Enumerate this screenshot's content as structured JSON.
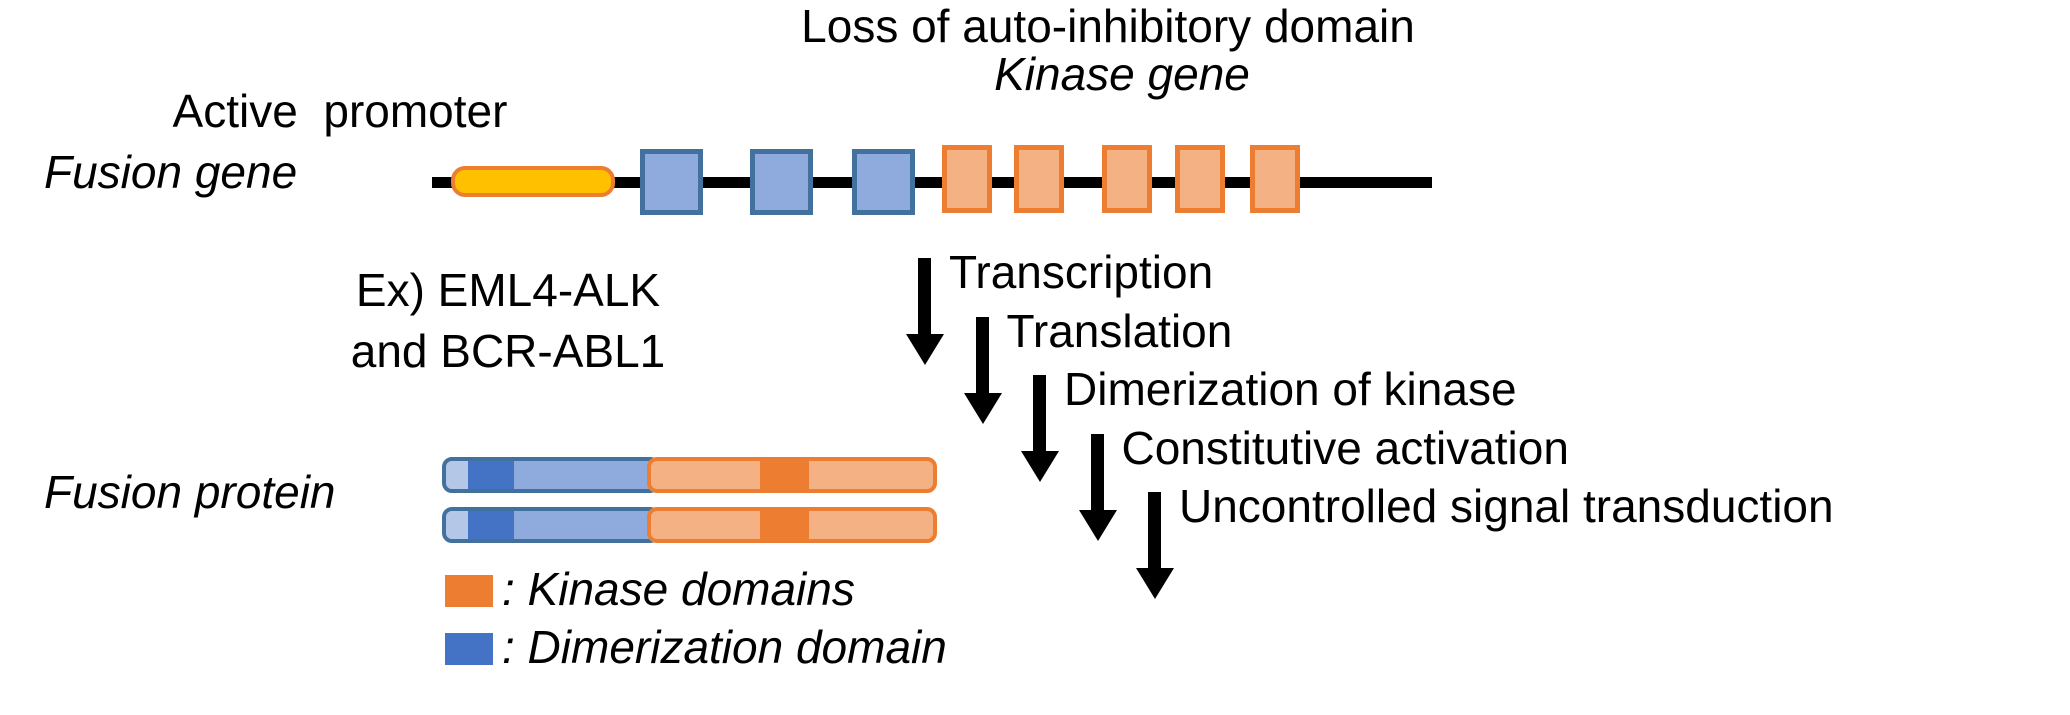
{
  "title": {
    "line1": "Loss of auto-inhibitory domain",
    "line2": "Kinase gene"
  },
  "gene": {
    "label": "Fusion gene",
    "promoter_label": "Active  promoter",
    "blue_exon_count": 3,
    "orange_exon_count": 5,
    "example": {
      "line1": "Ex) EML4-ALK",
      "line2": "and BCR-ABL1"
    }
  },
  "protein": {
    "label": "Fusion protein",
    "copies": 2
  },
  "legend": [
    {
      "swatch_color": "#ED7D31",
      "label": ": Kinase domains"
    },
    {
      "swatch_color": "#4472C4",
      "label": ": Dimerization domain"
    }
  ],
  "cascade": [
    "Transcription",
    "Translation",
    "Dimerization of kinase",
    "Constitutive activation",
    "Uncontrolled signal transduction"
  ],
  "colors": {
    "accent_orange": "#ED7D31",
    "light_orange": "#F4B183",
    "accent_blue": "#4472C4",
    "light_blue": "#8FAADC",
    "pale_blue": "#B4C7E7",
    "steel_blue_border": "#41719C",
    "promoter_yellow": "#FFC000",
    "line_black": "#000000"
  }
}
